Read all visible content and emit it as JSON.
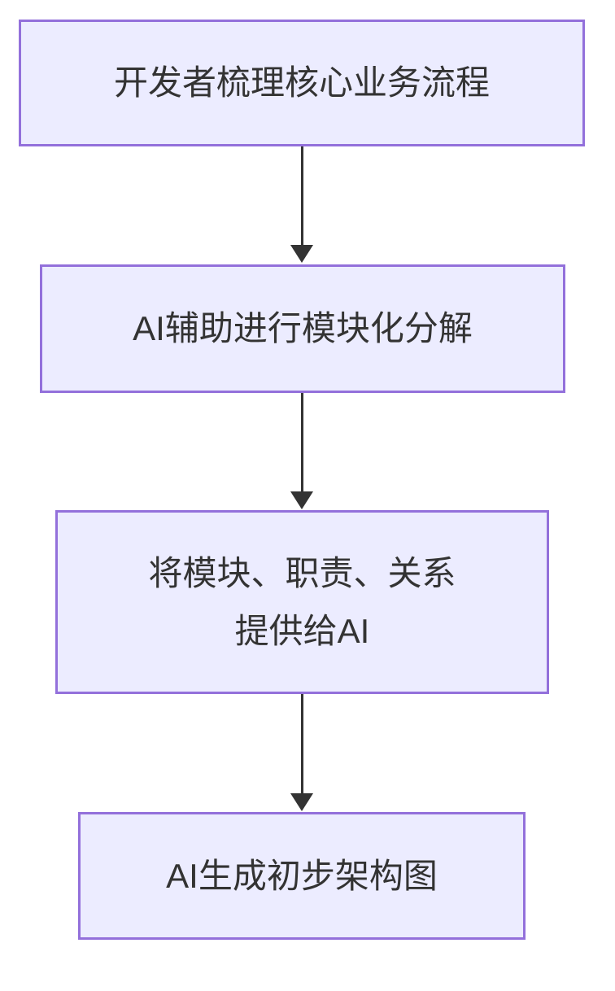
{
  "diagram": {
    "type": "flowchart",
    "direction": "top-down",
    "colors": {
      "background": "#FFFFFF",
      "node_fill": "#ECECFF",
      "node_border": "#9370DB",
      "arrow": "#333333",
      "text": "#333333"
    },
    "nodes": [
      {
        "id": "step-1",
        "label": "开发者梳理核心业务流程"
      },
      {
        "id": "step-2",
        "label": "AI辅助进行模块化分解"
      },
      {
        "id": "step-3",
        "label": "将模块、职责、关系\n提供给AI"
      },
      {
        "id": "step-4",
        "label": "AI生成初步架构图"
      }
    ],
    "edges": [
      {
        "from": "step-1",
        "to": "step-2"
      },
      {
        "from": "step-2",
        "to": "step-3"
      },
      {
        "from": "step-3",
        "to": "step-4"
      }
    ]
  }
}
